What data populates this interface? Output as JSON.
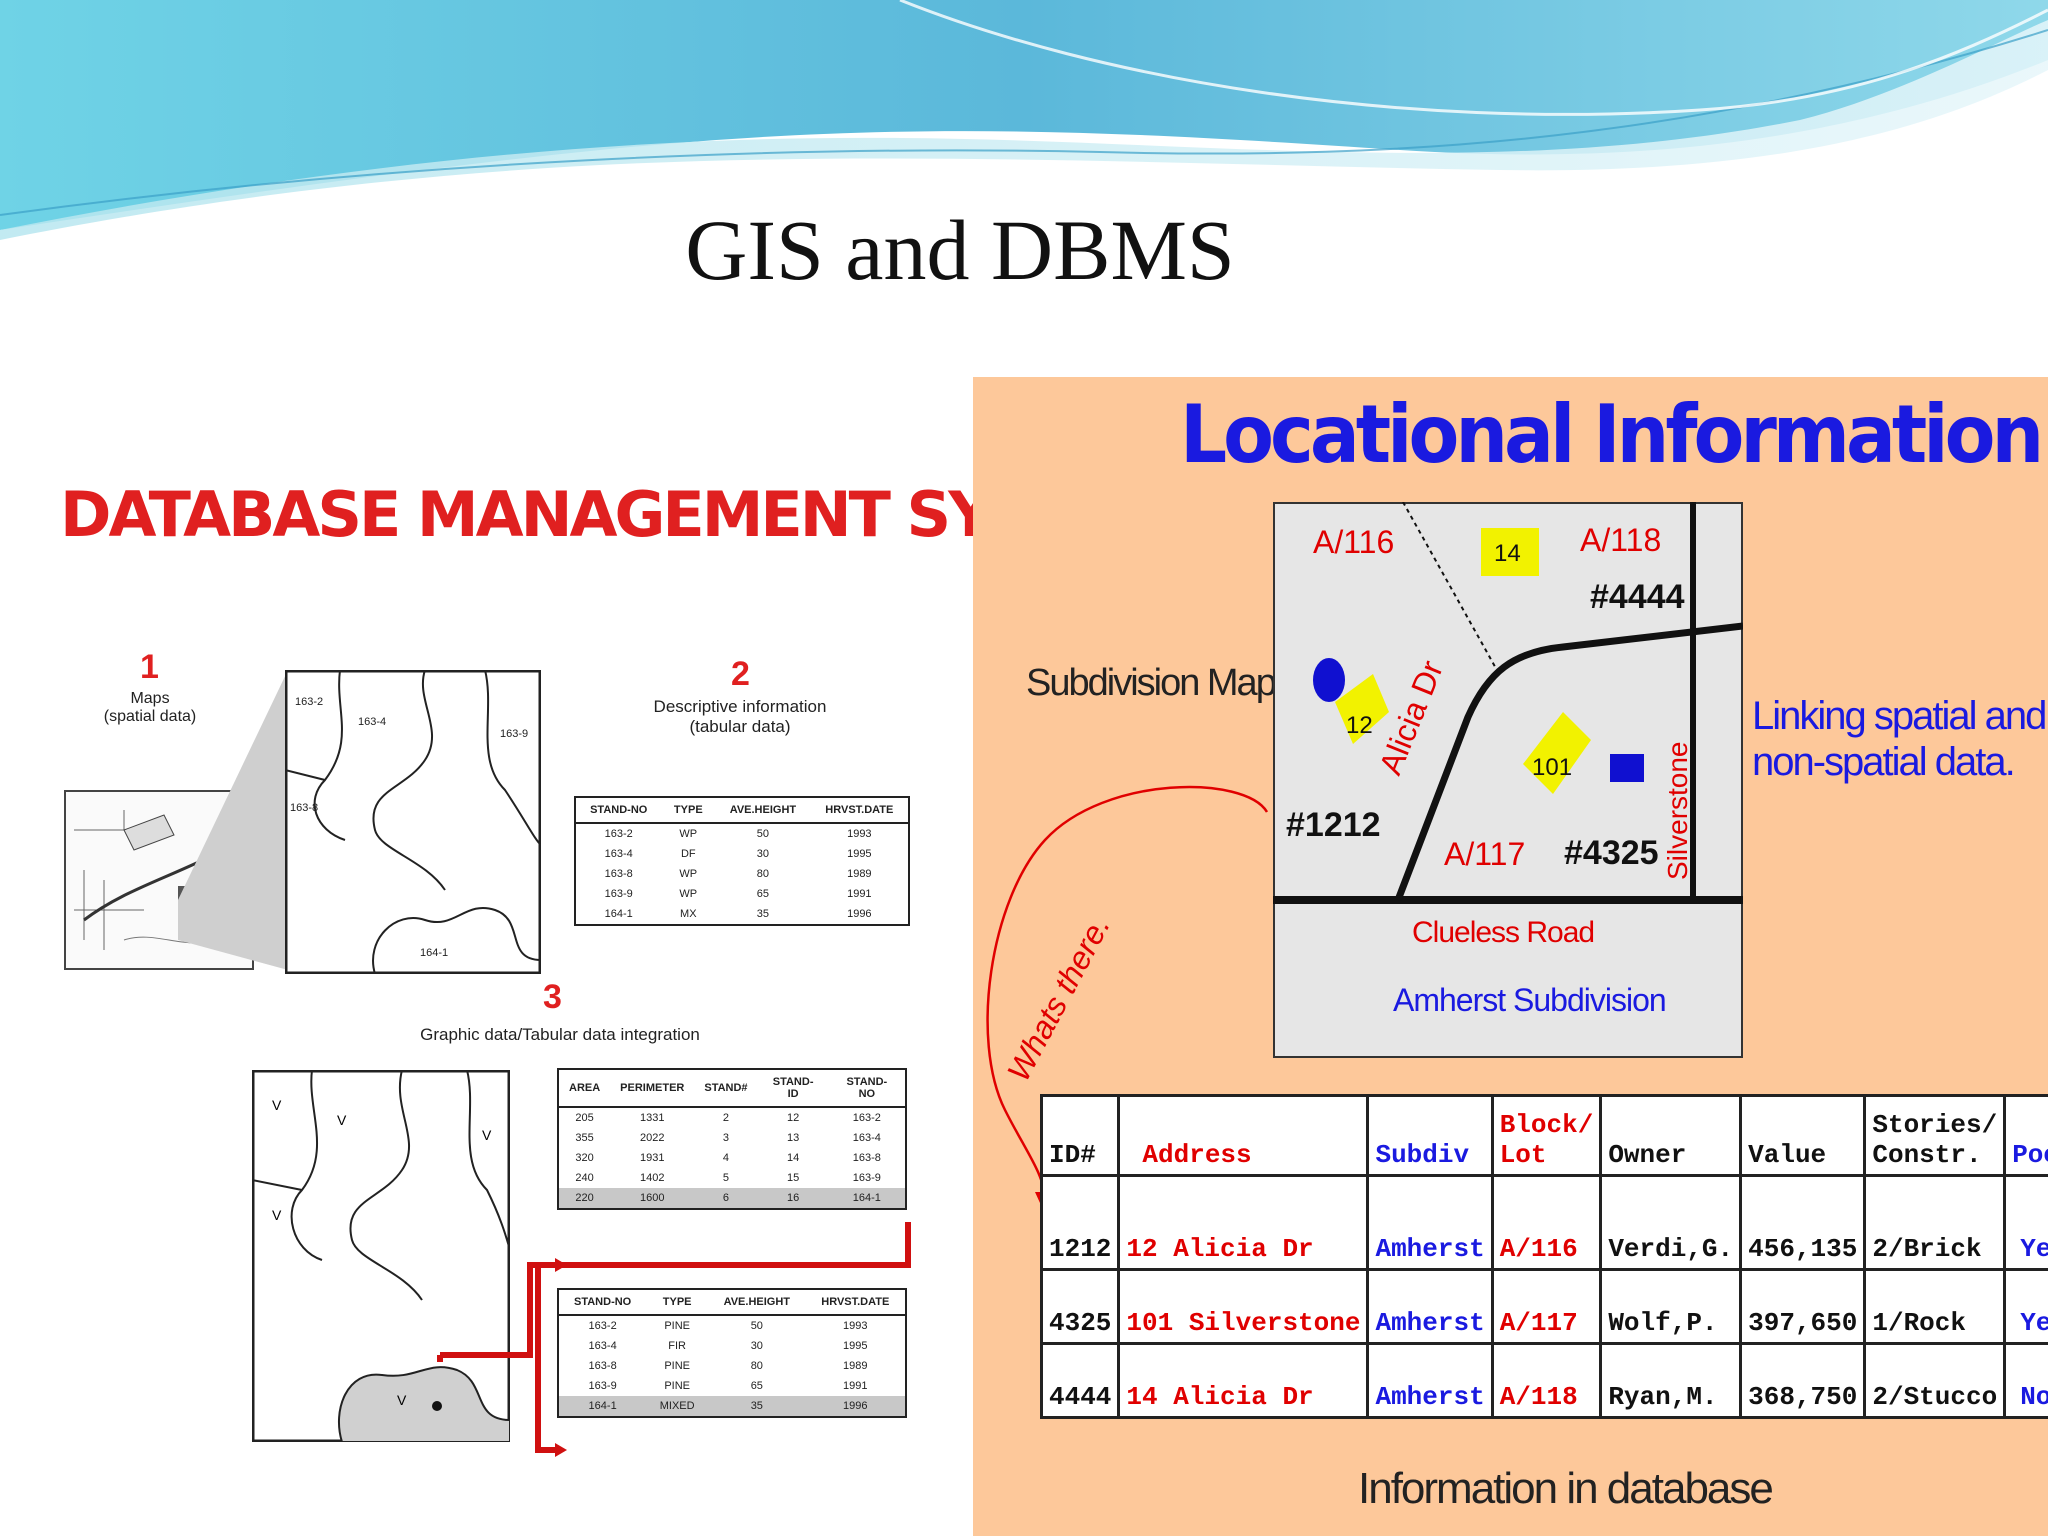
{
  "slide": {
    "title": "GIS and DBMS"
  },
  "left": {
    "heading": "DATABASE MANAGEMENT SYSTEM",
    "step1": {
      "num": "1",
      "label": "Maps\n(spatial data)"
    },
    "step2": {
      "num": "2",
      "label": "Descriptive information\n(tabular data)"
    },
    "step3": {
      "num": "3",
      "label": "Graphic data/Tabular data integration"
    },
    "map_labels": [
      "163-2",
      "163-4",
      "163-9",
      "163-8",
      "164-1"
    ],
    "table1": {
      "headers": [
        "STAND-NO",
        "TYPE",
        "AVE.HEIGHT",
        "HRVST.DATE"
      ],
      "rows": [
        [
          "163-2",
          "WP",
          "50",
          "1993"
        ],
        [
          "163-4",
          "DF",
          "30",
          "1995"
        ],
        [
          "163-8",
          "WP",
          "80",
          "1989"
        ],
        [
          "163-9",
          "WP",
          "65",
          "1991"
        ],
        [
          "164-1",
          "MX",
          "35",
          "1996"
        ]
      ]
    },
    "table2": {
      "headers": [
        "AREA",
        "PERIMETER",
        "STAND#",
        "STAND-ID",
        "STAND-NO"
      ],
      "rows": [
        [
          "205",
          "1331",
          "2",
          "12",
          "163-2"
        ],
        [
          "355",
          "2022",
          "3",
          "13",
          "163-4"
        ],
        [
          "320",
          "1931",
          "4",
          "14",
          "163-8"
        ],
        [
          "240",
          "1402",
          "5",
          "15",
          "163-9"
        ],
        [
          "220",
          "1600",
          "6",
          "16",
          "164-1"
        ]
      ]
    },
    "table3": {
      "headers": [
        "STAND-NO",
        "TYPE",
        "AVE.HEIGHT",
        "HRVST.DATE"
      ],
      "rows": [
        [
          "163-2",
          "PINE",
          "50",
          "1993"
        ],
        [
          "163-4",
          "FIR",
          "30",
          "1995"
        ],
        [
          "163-8",
          "PINE",
          "80",
          "1989"
        ],
        [
          "163-9",
          "PINE",
          "65",
          "1991"
        ],
        [
          "164-1",
          "MIXED",
          "35",
          "1996"
        ]
      ]
    }
  },
  "right": {
    "heading": "Locational Information",
    "subdivision_map_label": "Subdivision Map",
    "linking_label_1": "Linking spatial and",
    "linking_label_2": "non-spatial data.",
    "whats_there": "Whats there.",
    "info_label": "Information in database",
    "map": {
      "lot_a116": "A/116",
      "lot_a118": "A/118",
      "lot_a117": "A/117",
      "num_14": "14",
      "num_12": "12",
      "num_101": "101",
      "addr_4444": "#4444",
      "addr_1212": "#1212",
      "addr_4325": "#4325",
      "street_alicia": "Alicia Dr",
      "street_silverstone": "Silverstone",
      "road": "Clueless Road",
      "subdivision": "Amherst Subdivision"
    },
    "table": {
      "headers": {
        "id": "ID#",
        "address": "Address",
        "subdiv": "Subdiv",
        "block_1": "Block/",
        "block_2": "Lot",
        "owner": "Owner",
        "value": "Value",
        "stories_1": "Stories/",
        "stories_2": "Constr.",
        "pool": "Pool"
      },
      "rows": [
        {
          "id": "1212",
          "address": "12 Alicia Dr",
          "subdiv": "Amherst",
          "lot": "A/116",
          "owner": "Verdi,G.",
          "value": "456,135",
          "constr": "2/Brick",
          "pool": "Yes"
        },
        {
          "id": "4325",
          "address": "101 Silverstone",
          "subdiv": "Amherst",
          "lot": "A/117",
          "owner": "Wolf,P.",
          "value": "397,650",
          "constr": "1/Rock",
          "pool": "Yes"
        },
        {
          "id": "4444",
          "address": "14 Alicia Dr",
          "subdiv": "Amherst",
          "lot": "A/118",
          "owner": "Ryan,M.",
          "value": "368,750",
          "constr": "2/Stucco",
          "pool": "No"
        }
      ]
    }
  },
  "colors": {
    "accent_red": "#e02020",
    "accent_blue": "#1a1ae0",
    "peach_bg": "#fdc89a",
    "map_gray": "#e6e6e6",
    "marker_yellow": "#f2f200"
  }
}
